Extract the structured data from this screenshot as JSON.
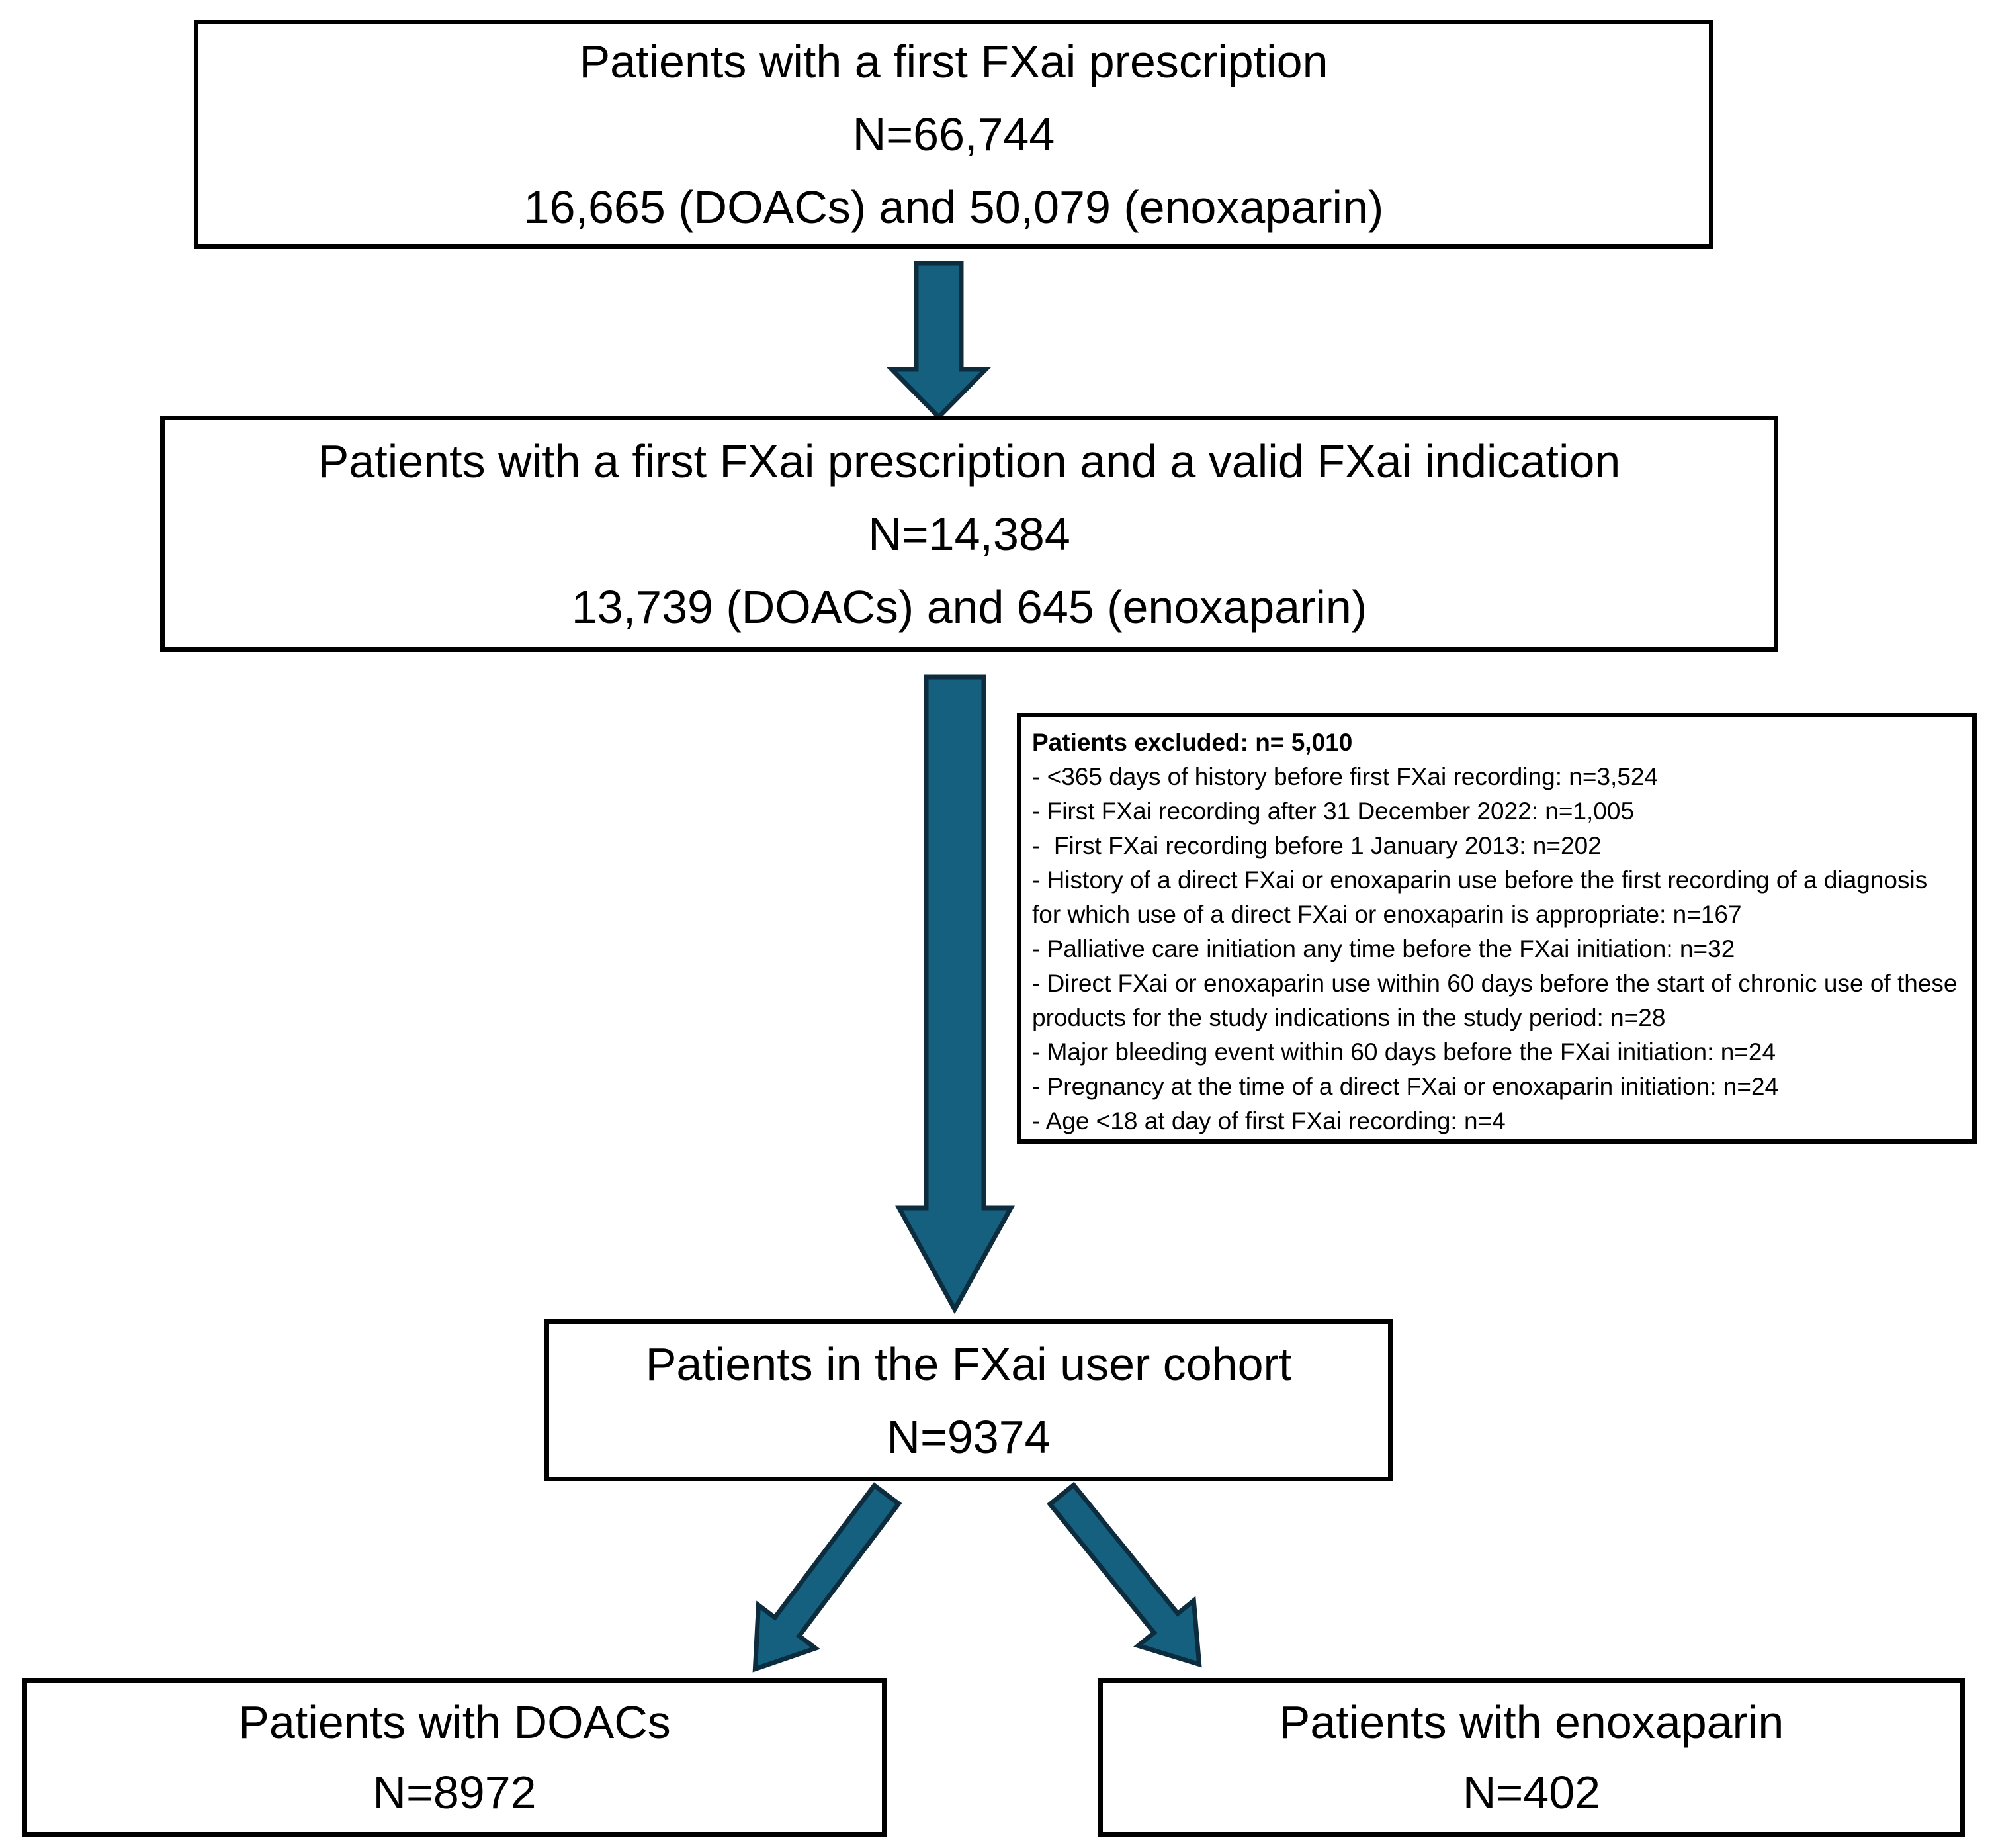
{
  "colors": {
    "arrow_fill": "#15607f",
    "arrow_stroke": "#0d2c3d",
    "box_border": "#000000",
    "background": "#ffffff",
    "text": "#000000"
  },
  "boxes": {
    "first_prescription": {
      "title": "Patients with a first FXai prescription",
      "n": "N=66,744",
      "breakdown": "16,665 (DOACs) and 50,079 (enoxaparin)"
    },
    "valid_indication": {
      "title": "Patients with a first FXai prescription and a valid FXai indication",
      "n": "N=14,384",
      "breakdown": "13,739 (DOACs) and 645 (enoxaparin)"
    },
    "excluded": {
      "heading": "Patients excluded: n= 5,010",
      "items": [
        "- <365 days of history before first FXai recording: n=3,524",
        "- First FXai recording after 31 December 2022: n=1,005",
        "-  First FXai recording before 1 January 2013: n=202",
        "- History of a direct FXai or enoxaparin use before the first recording of a diagnosis for which use of a direct FXai or enoxaparin is appropriate: n=167",
        "- Palliative care initiation any time before the FXai initiation: n=32",
        "- Direct FXai or enoxaparin use within 60 days before the start of chronic use of these products for the study indications in the study period: n=28",
        "- Major bleeding event within 60 days before the FXai initiation: n=24",
        "- Pregnancy at the time of a direct FXai or enoxaparin initiation: n=24",
        "- Age <18 at day of first FXai recording: n=4"
      ]
    },
    "user_cohort": {
      "title": "Patients in the FXai user cohort",
      "n": "N=9374"
    },
    "doacs": {
      "title": "Patients with DOACs",
      "n": "N=8972"
    },
    "enoxaparin": {
      "title": "Patients with enoxaparin",
      "n": "N=402"
    }
  }
}
